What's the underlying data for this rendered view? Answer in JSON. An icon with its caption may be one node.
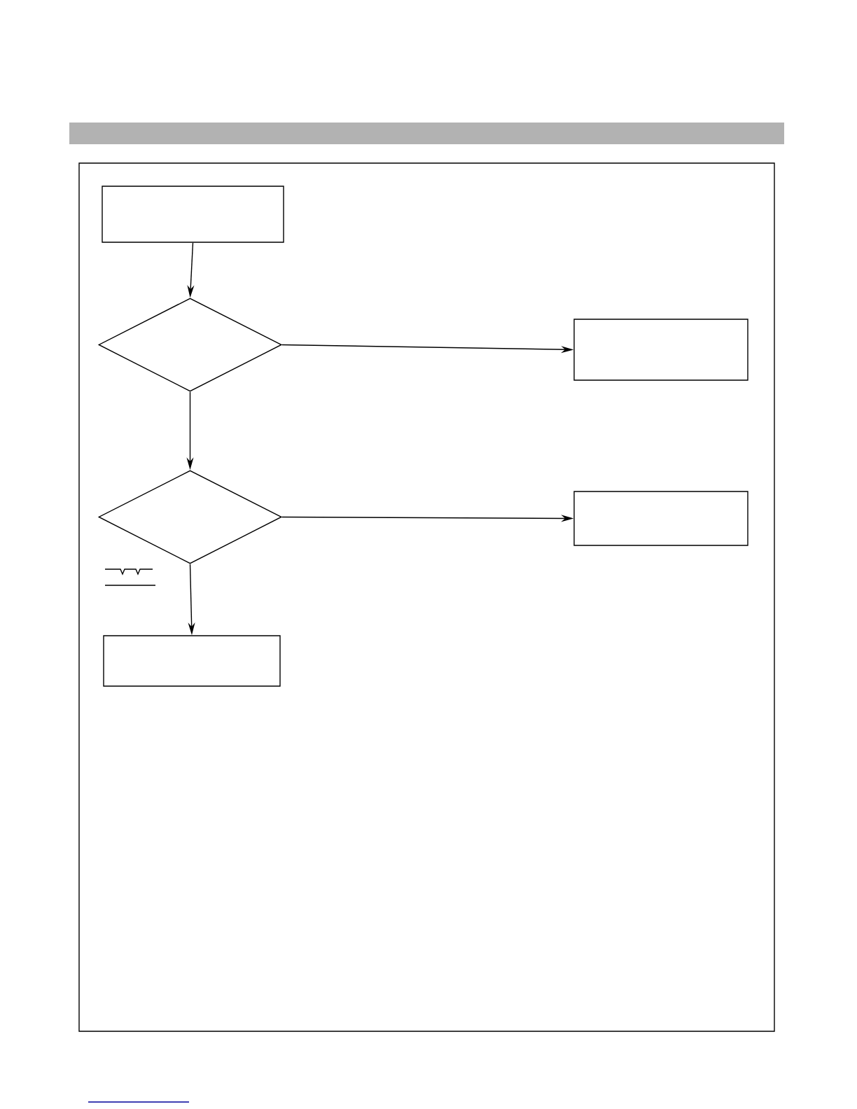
{
  "diagram": {
    "nodes": [
      {
        "text": [],
        "shape": "box"
      },
      {
        "text": [],
        "shape": "diamond"
      },
      {
        "text": [],
        "shape": "box"
      },
      {
        "text": [],
        "shape": "diamond"
      },
      {
        "text": [],
        "shape": "box"
      },
      {
        "text": [],
        "shape": "box"
      }
    ],
    "edges": [
      {
        "from": 0,
        "to": 1,
        "arrow": "to"
      },
      {
        "from": 1,
        "to": 2,
        "arrow": "to"
      },
      {
        "from": 1,
        "to": 3,
        "arrow": "to"
      },
      {
        "from": 3,
        "to": 4,
        "arrow": "to"
      },
      {
        "from": 3,
        "to": 5,
        "arrow": "to"
      }
    ]
  }
}
